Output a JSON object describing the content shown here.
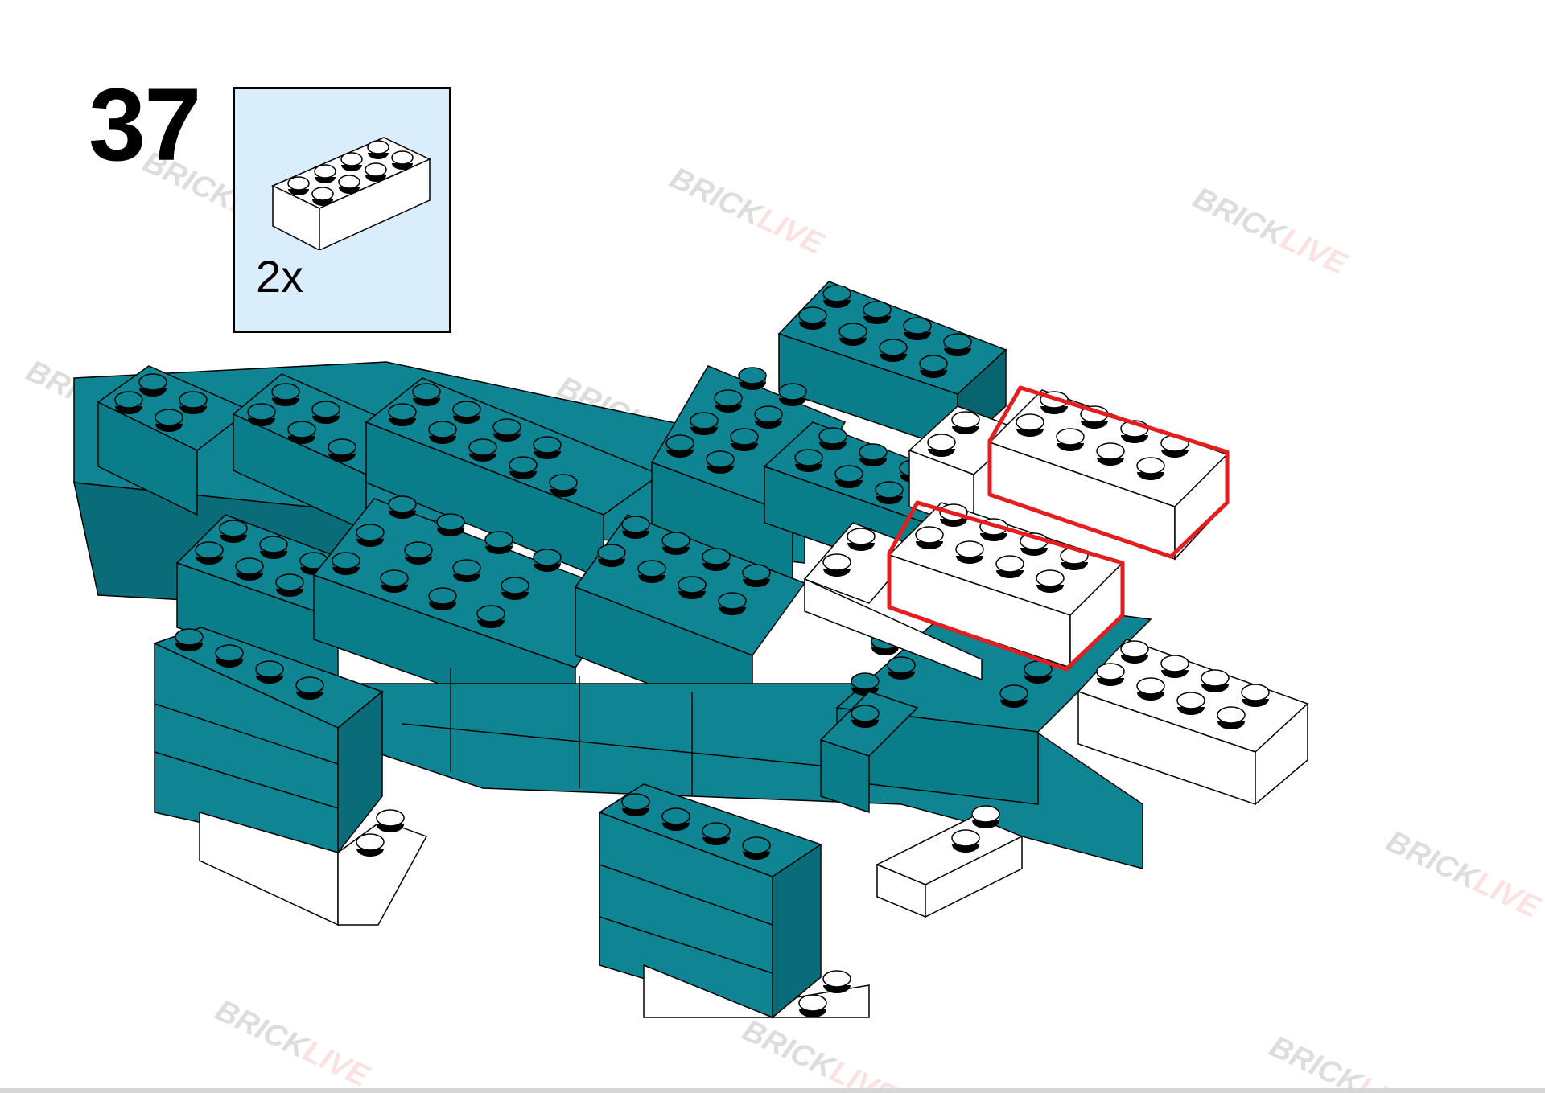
{
  "step": {
    "number": "37"
  },
  "parts_callout": {
    "quantity": "2x",
    "part": "white 2x4 brick"
  },
  "watermark": {
    "brand_left": "BRICK",
    "brand_right": "LIVE"
  },
  "colors": {
    "teal": "#0f8493",
    "teal_dark": "#0a6c78",
    "white_brick": "#ffffff",
    "callout_bg": "#d9edfb",
    "highlight": "#e41e1e"
  }
}
